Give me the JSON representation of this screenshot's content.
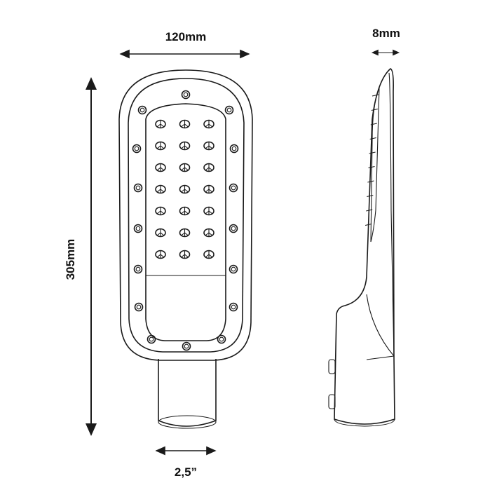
{
  "dimensions": {
    "width_label": "120mm",
    "height_label": "305mm",
    "depth_label": "8mm",
    "pole_diameter_label": "2,5”"
  },
  "front_view": {
    "led_columns": 3,
    "led_rows": 7,
    "screw_count": 16
  },
  "side_view": {
    "fin_slots": 10,
    "side_buttons": 2
  },
  "colors": {
    "line": "#1a1a1a",
    "background": "#ffffff"
  }
}
